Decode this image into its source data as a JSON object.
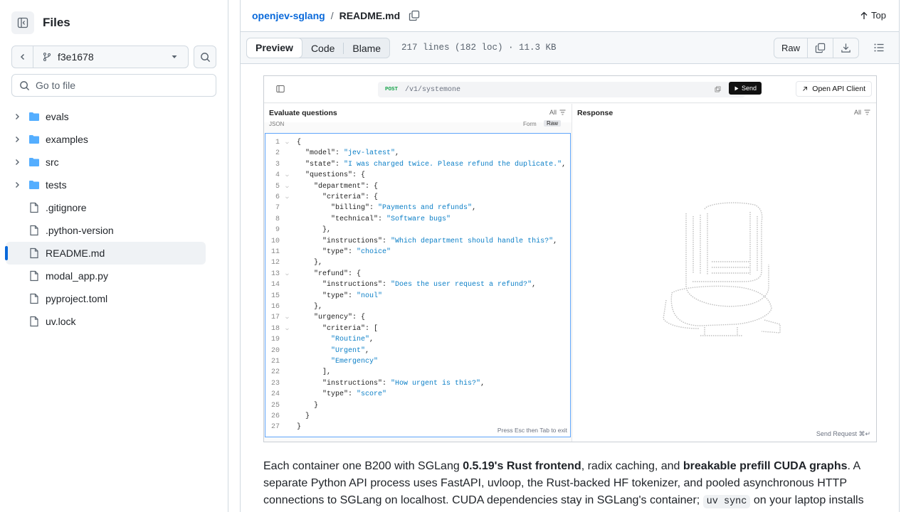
{
  "sidebar": {
    "title": "Files",
    "branch": "f3e1678",
    "goto_placeholder": "Go to file",
    "items": [
      {
        "type": "folder",
        "label": "evals"
      },
      {
        "type": "folder",
        "label": "examples"
      },
      {
        "type": "folder",
        "label": "src"
      },
      {
        "type": "folder",
        "label": "tests"
      },
      {
        "type": "file",
        "label": ".gitignore"
      },
      {
        "type": "file",
        "label": ".python-version"
      },
      {
        "type": "file",
        "label": "README.md",
        "active": true
      },
      {
        "type": "file",
        "label": "modal_app.py"
      },
      {
        "type": "file",
        "label": "pyproject.toml"
      },
      {
        "type": "file",
        "label": "uv.lock"
      }
    ]
  },
  "breadcrumb": {
    "repo": "openjev-sglang",
    "separator": "/",
    "file": "README.md",
    "top_label": "Top"
  },
  "file_bar": {
    "tabs": [
      "Preview",
      "Code",
      "Blame"
    ],
    "selected_tab": "Preview",
    "meta": "217 lines (182 loc) · 11.3 KB",
    "raw_label": "Raw"
  },
  "embed": {
    "method": "POST",
    "path": "/v1/systemone",
    "send_label": "Send",
    "open_client_label": "Open API Client",
    "left_title": "Evaluate questions",
    "right_title": "Response",
    "all_label": "All",
    "json_label": "JSON",
    "form_label": "Form",
    "raw_label": "Raw",
    "esc_hint": "Press Esc then Tab to exit",
    "send_request_label": "Send Request ⌘↵",
    "code_lines": [
      {
        "n": "1",
        "fold": true,
        "text": "{"
      },
      {
        "n": "2",
        "fold": false,
        "text": "  \"model\": ",
        "str": "\"jev-latest\"",
        "tail": ","
      },
      {
        "n": "3",
        "fold": false,
        "text": "  \"state\": ",
        "str": "\"I was charged twice. Please refund the duplicate.\"",
        "tail": ","
      },
      {
        "n": "4",
        "fold": true,
        "text": "  \"questions\": {"
      },
      {
        "n": "5",
        "fold": true,
        "text": "    \"department\": {"
      },
      {
        "n": "6",
        "fold": true,
        "text": "      \"criteria\": {"
      },
      {
        "n": "7",
        "fold": false,
        "text": "        \"billing\": ",
        "str": "\"Payments and refunds\"",
        "tail": ","
      },
      {
        "n": "8",
        "fold": false,
        "text": "        \"technical\": ",
        "str": "\"Software bugs\"",
        "tail": ""
      },
      {
        "n": "9",
        "fold": false,
        "text": "      },"
      },
      {
        "n": "10",
        "fold": false,
        "text": "      \"instructions\": ",
        "str": "\"Which department should handle this?\"",
        "tail": ","
      },
      {
        "n": "11",
        "fold": false,
        "text": "      \"type\": ",
        "str": "\"choice\"",
        "tail": ""
      },
      {
        "n": "12",
        "fold": false,
        "text": "    },"
      },
      {
        "n": "13",
        "fold": true,
        "text": "    \"refund\": {"
      },
      {
        "n": "14",
        "fold": false,
        "text": "      \"instructions\": ",
        "str": "\"Does the user request a refund?\"",
        "tail": ","
      },
      {
        "n": "15",
        "fold": false,
        "text": "      \"type\": ",
        "str": "\"noul\"",
        "tail": ""
      },
      {
        "n": "16",
        "fold": false,
        "text": "    },"
      },
      {
        "n": "17",
        "fold": true,
        "text": "    \"urgency\": {"
      },
      {
        "n": "18",
        "fold": true,
        "text": "      \"criteria\": ["
      },
      {
        "n": "19",
        "fold": false,
        "text": "        ",
        "str": "\"Routine\"",
        "tail": ","
      },
      {
        "n": "20",
        "fold": false,
        "text": "        ",
        "str": "\"Urgent\"",
        "tail": ","
      },
      {
        "n": "21",
        "fold": false,
        "text": "        ",
        "str": "\"Emergency\"",
        "tail": ""
      },
      {
        "n": "22",
        "fold": false,
        "text": "      ],"
      },
      {
        "n": "23",
        "fold": false,
        "text": "      \"instructions\": ",
        "str": "\"How urgent is this?\"",
        "tail": ","
      },
      {
        "n": "24",
        "fold": false,
        "text": "      \"type\": ",
        "str": "\"score\"",
        "tail": ""
      },
      {
        "n": "25",
        "fold": false,
        "text": "    }"
      },
      {
        "n": "26",
        "fold": false,
        "text": "  }"
      },
      {
        "n": "27",
        "fold": false,
        "text": "}"
      }
    ]
  },
  "paragraph": {
    "p1": "Each container one B200 with SGLang ",
    "b1": "0.5.19's Rust frontend",
    "p2": ", radix caching, and ",
    "b2": "breakable prefill CUDA graphs",
    "p3": ". A separate Python API process uses FastAPI, uvloop, the Rust-backed HF tokenizer, and pooled asynchronous HTTP connections to SGLang on localhost. CUDA dependencies stay in SGLang's container; ",
    "code1": "uv sync",
    "p4": " on your laptop installs"
  },
  "colors": {
    "accent": "#0969da",
    "border": "#d1d9e0",
    "code_string": "#0b7fc7"
  }
}
